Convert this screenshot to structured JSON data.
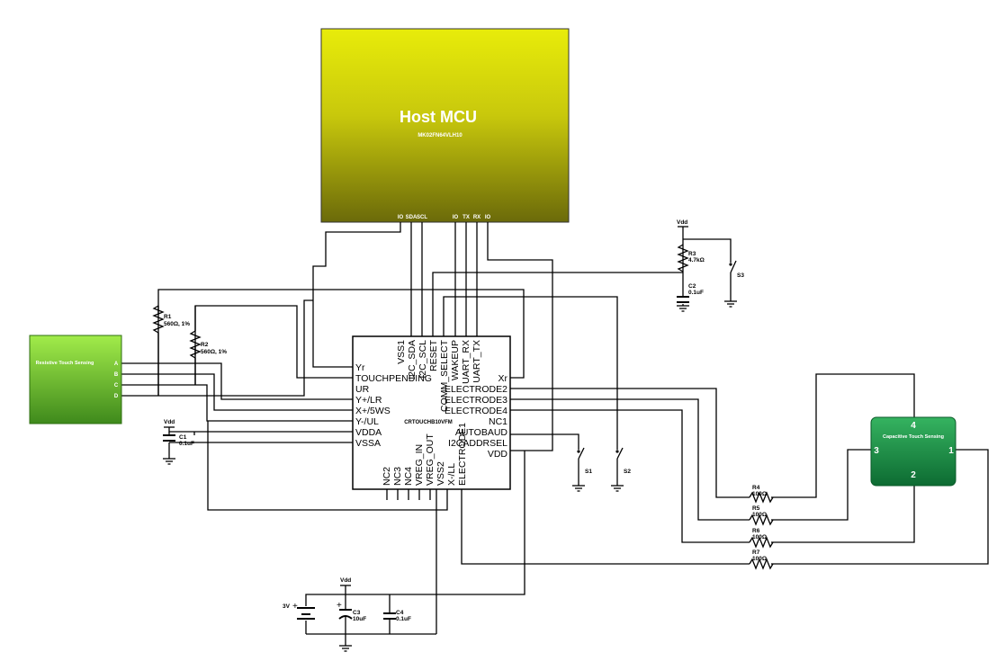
{
  "host_mcu": {
    "title": "Host MCU",
    "part": "MK02FN64VLH10",
    "pins": [
      "IO",
      "SDA",
      "SCL",
      "IO",
      "TX",
      "RX",
      "IO"
    ]
  },
  "controller": {
    "part": "CRTOUCHB10VFM",
    "left_pins": [
      "Yr",
      "TOUCHPENDING",
      "UR",
      "Y+/LR",
      "X+/5WS",
      "Y-/UL",
      "VDDA",
      "VSSA"
    ],
    "right_pins": [
      "Xr",
      "ELECTRODE2",
      "ELECTRODE3",
      "ELECTRODE4",
      "NC1",
      "AUTOBAUD",
      "I2CADDRSEL",
      "VDD"
    ],
    "top_pins": [
      "VSS1",
      "I2C_SDA",
      "I2C_SCL",
      "RESET",
      "COMM_SELECT",
      "WAKEUP",
      "UART_RX",
      "UART_TX"
    ],
    "bottom_pins": [
      "NC2",
      "NC3",
      "NC4",
      "VREG_IN",
      "VREG_OUT",
      "VSS2",
      "X-/LL",
      "ELECTRODE1"
    ]
  },
  "resistive_block": {
    "title": "Resistive Touch Sensing",
    "pins": [
      "A",
      "B",
      "C",
      "D"
    ]
  },
  "capacitive_block": {
    "title": "Capacitive Touch Sensing",
    "pins": [
      "4",
      "3",
      "1",
      "2"
    ]
  },
  "components": {
    "r1": {
      "name": "R1",
      "value": "560Ω, 1%"
    },
    "r2": {
      "name": "R2",
      "value": "560Ω, 1%"
    },
    "r3": {
      "name": "R3",
      "value": "4.7kΩ"
    },
    "r4": {
      "name": "R4",
      "value": "100Ω"
    },
    "r5": {
      "name": "R5",
      "value": "100Ω"
    },
    "r6": {
      "name": "R6",
      "value": "100Ω"
    },
    "r7": {
      "name": "R7",
      "value": "100Ω"
    },
    "c1": {
      "name": "C1",
      "value": "0.1uF"
    },
    "c2": {
      "name": "C2",
      "value": "0.1uF"
    },
    "c3": {
      "name": "C3",
      "value": "10uF"
    },
    "c4": {
      "name": "C4",
      "value": "0.1uF"
    },
    "s1": "S1",
    "s2": "S2",
    "s3": "S3",
    "battery": "3V",
    "vdd": "Vdd"
  },
  "colors": {
    "host_top": "#e8ec0a",
    "host_bottom": "#6b6a0a",
    "resistive_top": "#a2ec4a",
    "resistive_bottom": "#3f8a1c",
    "capacitive_top": "#35b360",
    "capacitive_bottom": "#0d6b32"
  }
}
